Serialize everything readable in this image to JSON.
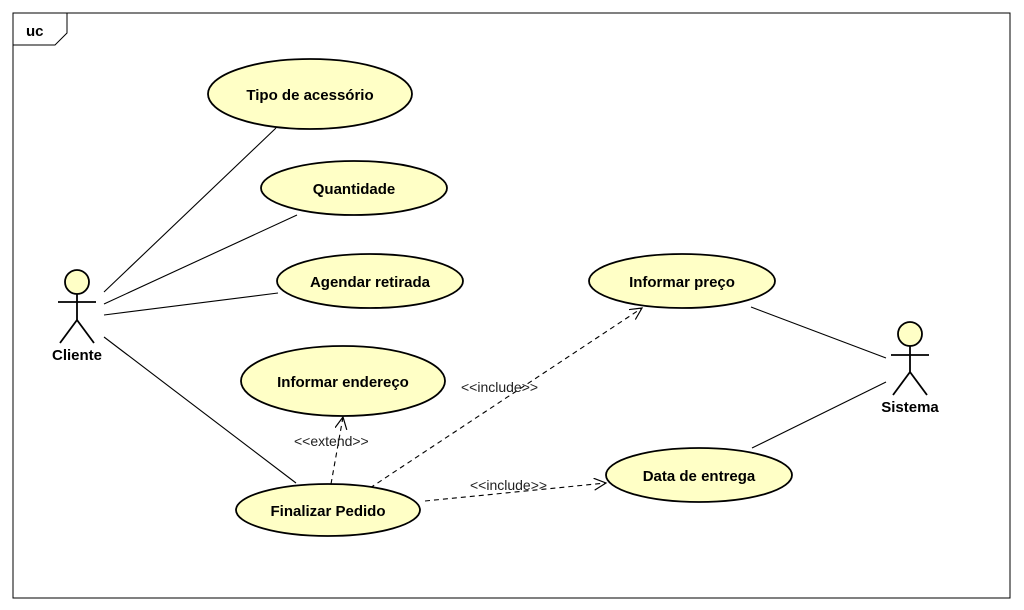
{
  "frame": {
    "label": "uc"
  },
  "actors": {
    "cliente": {
      "label": "Cliente"
    },
    "sistema": {
      "label": "Sistema"
    }
  },
  "use_cases": {
    "tipo_acessorio": {
      "label": "Tipo de acessório"
    },
    "quantidade": {
      "label": "Quantidade"
    },
    "agendar_retirada": {
      "label": "Agendar retirada"
    },
    "informar_endereco": {
      "label": "Informar endereço"
    },
    "finalizar_pedido": {
      "label": "Finalizar Pedido"
    },
    "informar_preco": {
      "label": "Informar preço"
    },
    "data_entrega": {
      "label": "Data de entrega"
    }
  },
  "relations": {
    "extend": {
      "label": "<<extend>>"
    },
    "include_preco": {
      "label": "<<include>>"
    },
    "include_entrega": {
      "label": "<<include>>"
    }
  },
  "colors": {
    "usecase_fill": "#ffffc6",
    "actor_fill": "#ffffc6",
    "stroke": "#000000"
  }
}
